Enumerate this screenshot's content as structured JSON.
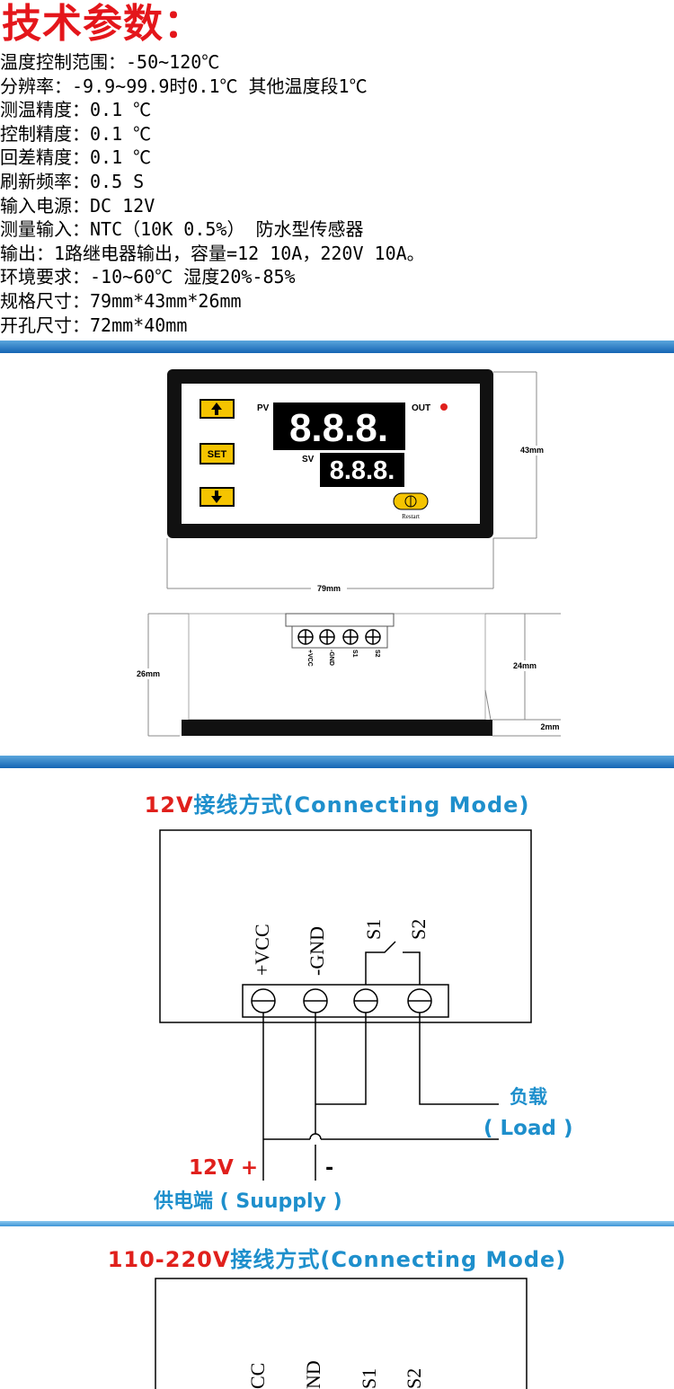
{
  "title": "技术参数：",
  "specs": [
    "温度控制范围：-50~120℃",
    "分辨率：-9.9~99.9时0.1℃ 其他温度段1℃",
    "测温精度：0.1 ℃",
    "控制精度：0.1 ℃",
    "回差精度：0.1 ℃",
    "刷新频率：0.5 S",
    "输入电源：DC 12V",
    "测量输入：NTC（10K 0.5%） 防水型传感器",
    "输出：1路继电器输出，容量=12 10A，220V 10A。",
    "环境要求：-10~60℃ 湿度20%-85%",
    "规格尺寸：79mm*43mm*26mm",
    "开孔尺寸：72mm*40mm"
  ],
  "panel": {
    "pv_label": "PV",
    "sv_label": "SV",
    "out_label": "OUT",
    "pv_display": "8.8.8.",
    "sv_display": "8.8.8.",
    "set_label": "SET",
    "restart_label": "Restart",
    "restart_symbol": "⏀",
    "dim_height": "43mm",
    "dim_width": "79mm"
  },
  "side": {
    "terminals": [
      "+VCC",
      "-GND",
      "S1",
      "S2"
    ],
    "dim_total": "26mm",
    "dim_body": "24mm",
    "dim_base": "2mm"
  },
  "wiring12": {
    "heading_red": "12V",
    "heading_blue": "接线方式(Connecting Mode)",
    "terminals": [
      "+VCC",
      "-GND",
      "S1",
      "S2"
    ],
    "load_cn": "负载",
    "load_en": "( Load )",
    "supply_v": "12V +",
    "supply_minus": "-",
    "supply_label": "供电端 ( Suupply )"
  },
  "wiring220": {
    "heading_red": "110-220V",
    "heading_blue": "接线方式(Connecting Mode)",
    "terminals": [
      "CC",
      "ND",
      "S1",
      "S2"
    ]
  },
  "colors": {
    "accent_red": "#e0201c",
    "accent_blue": "#1e8fcc",
    "bar_blue": "#1565b4",
    "button_yellow": "#f5c400"
  }
}
